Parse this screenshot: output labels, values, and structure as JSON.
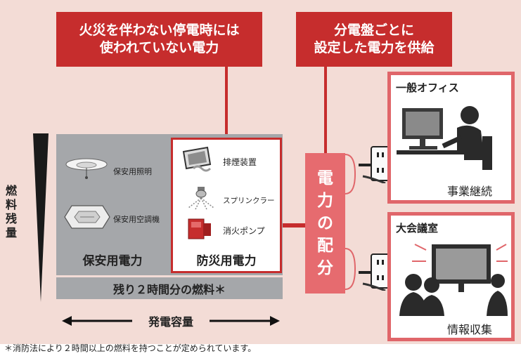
{
  "callouts": {
    "left": [
      "火災を伴わない停電時には",
      "使われていない電力"
    ],
    "right": [
      "分電盤ごとに",
      "設定した電力を供給"
    ]
  },
  "fuel_axis": {
    "label": [
      "燃",
      "料",
      "残",
      "量"
    ]
  },
  "security_panel": {
    "items": [
      {
        "label": "保安用照明",
        "icon": "ceiling-light-icon"
      },
      {
        "label": "保安用空調機",
        "icon": "ceiling-ac-icon"
      }
    ],
    "title": "保安用電力"
  },
  "disaster_panel": {
    "items": [
      {
        "label": "排煙装置",
        "icon": "smoke-exhaust-icon"
      },
      {
        "label": "スプリンクラー",
        "icon": "sprinkler-icon"
      },
      {
        "label": "消火ポンプ",
        "icon": "fire-pump-icon"
      }
    ],
    "title": "防災用電力"
  },
  "fuel_bar": {
    "label": "残り２時間分の燃料＊"
  },
  "capacity_axis": {
    "label": "発電容量"
  },
  "distribution": {
    "label": [
      "電",
      "力",
      "の",
      "配",
      "分"
    ]
  },
  "rooms": [
    {
      "title": "一般オフィス",
      "caption": "事業継続"
    },
    {
      "title": "大会議室",
      "caption": "情報収集"
    }
  ],
  "footnote": "＊消防法により２時間以上の燃料を持つことが定められています。",
  "colors": {
    "accent": "#c62d2d",
    "pink": "#e66b6f",
    "background": "#f3dcd6",
    "gray": "#a5a7aa"
  }
}
